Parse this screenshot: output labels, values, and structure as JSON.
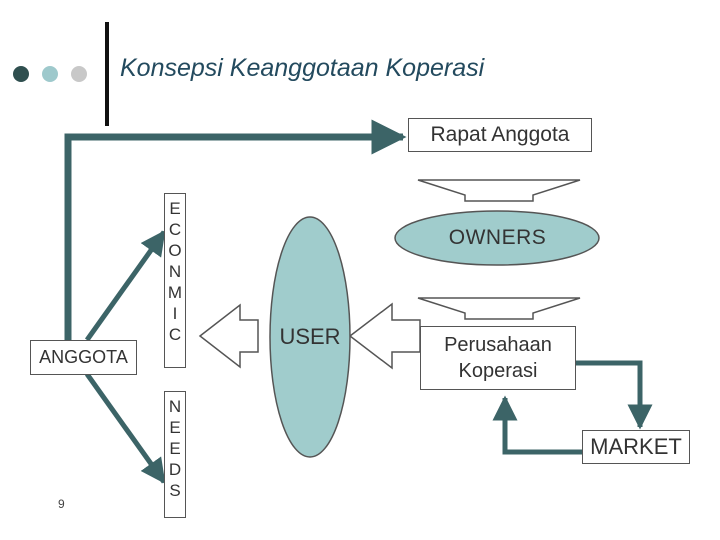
{
  "slide": {
    "title": "Konsepsi Keanggotaan Koperasi",
    "page_number": "9",
    "bullet_colors": [
      "#2f4f4f",
      "#9ec9cc",
      "#c8c8c8"
    ]
  },
  "diagram": {
    "rapat_anggota": "Rapat Anggota",
    "owners": "OWNERS",
    "user": "USER",
    "perusahaan_line1": "Perusahaan",
    "perusahaan_line2": "Koperasi",
    "market": "MARKET",
    "anggota": "ANGGOTA",
    "economic_letters": [
      "E",
      "C",
      "O",
      "N",
      "M",
      "I",
      "C"
    ],
    "needs_letters": [
      "N",
      "E",
      "E",
      "D",
      "S"
    ],
    "accent_color": "#3c6467",
    "fill_color": "#a0cccc"
  }
}
